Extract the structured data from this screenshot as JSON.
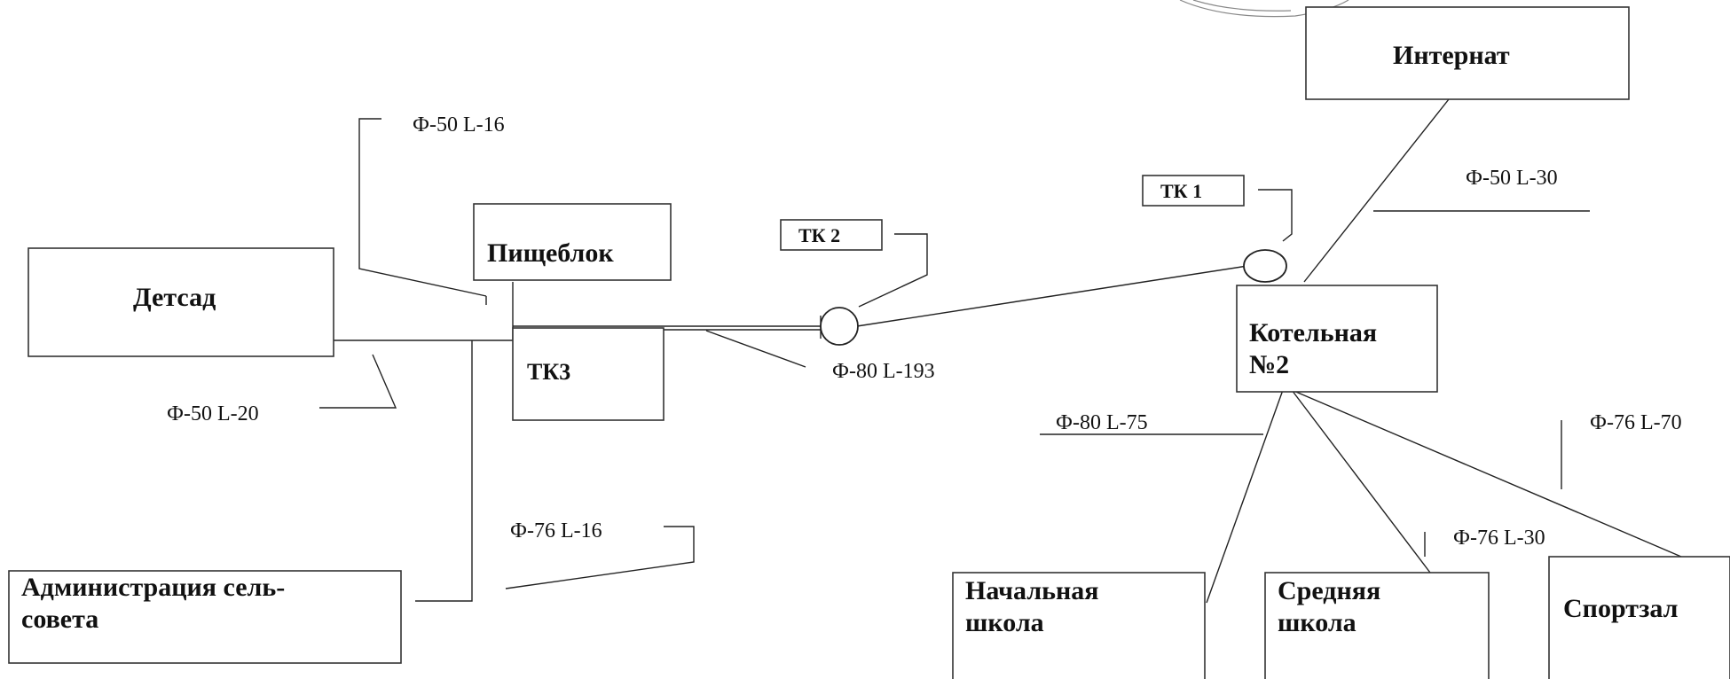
{
  "buildings": {
    "internat": "Интернат",
    "pishcheblok": "Пищеблок",
    "detsad": "Детсад",
    "kotelnaya_line1": "Котельная",
    "kotelnaya_line2": "№2",
    "administration_line1": "Администрация сель-",
    "administration_line2": "совета",
    "nachalnaya_line1": "Начальная",
    "nachalnaya_line2": "школа",
    "srednyaya_line1": "Средняя",
    "srednyaya_line2": "школа",
    "sportzal": "Спортзал"
  },
  "chambers": {
    "tk1": "ТК 1",
    "tk2": "ТК 2",
    "tk3": "ТК3"
  },
  "pipes": {
    "p_pishcheblok": "Ф-50 L-16",
    "p_internat": "Ф-50 L-30",
    "p_detsad": "Ф-50 L-20",
    "p_main": "Ф-80 L-193",
    "p_nachalnaya": "Ф-80 L-75",
    "p_sportzal": "Ф-76 L-70",
    "p_administration": "Ф-76 L-16",
    "p_srednyaya": "Ф-76 L-30"
  },
  "colors": {
    "ink": "#111111",
    "stroke": "#222222",
    "background": "#ffffff"
  }
}
